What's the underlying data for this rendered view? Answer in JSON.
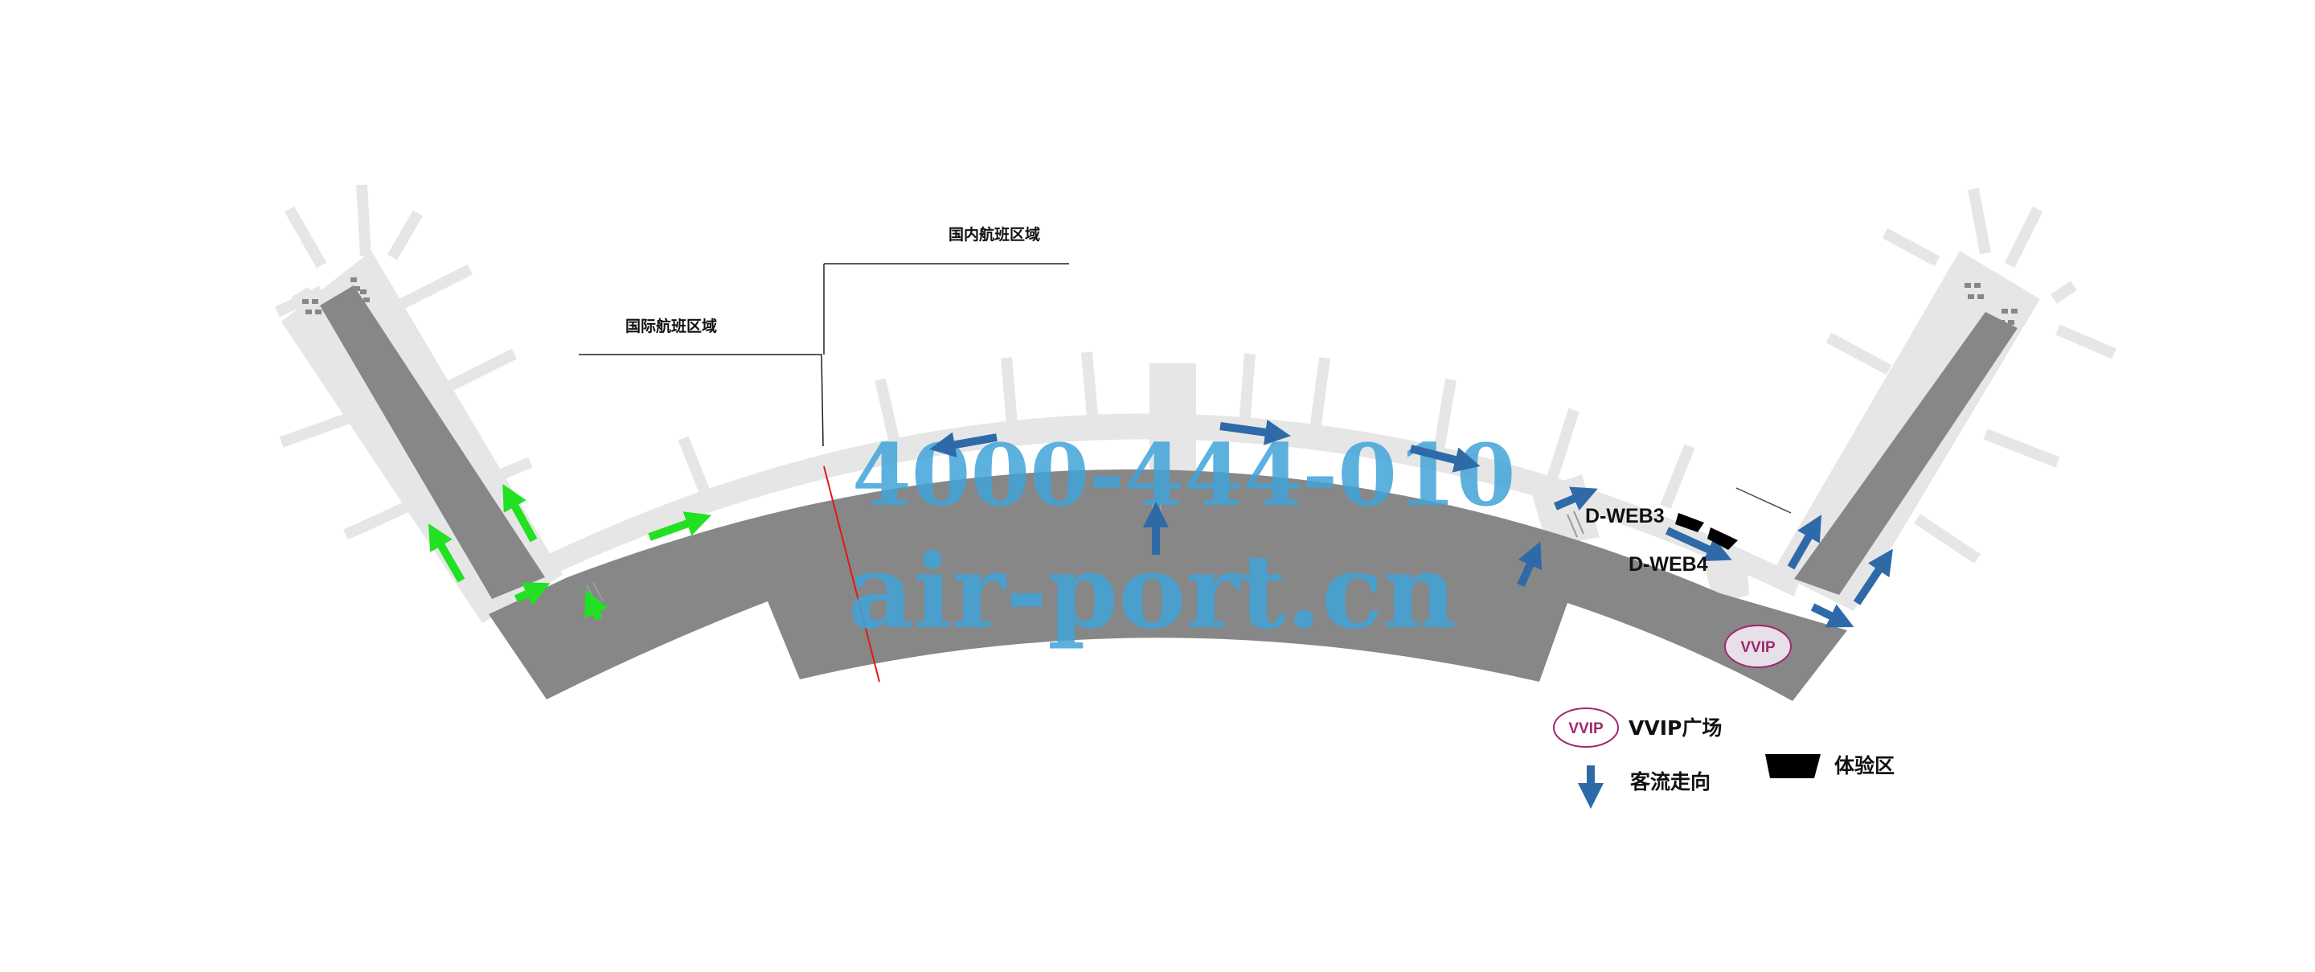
{
  "map": {
    "region_domestic": "国内航班区域",
    "region_international": "国际航班区域",
    "checkpoint_web3": "D-WEB3",
    "checkpoint_web4": "D-WEB4",
    "vvip_badge": "VVIP",
    "watermark_line1": "4000-444-010",
    "watermark_line2": "air-port.cn"
  },
  "legend": {
    "vvip_icon": "VVIP",
    "vvip_label": "VVIP广场",
    "flow_label": "客流走向",
    "experience_label": "体验区"
  },
  "colors": {
    "floor": "#878787",
    "concourse": "#e6e6e6",
    "flow_blue": "#2f6aa8",
    "flow_green": "#22e022",
    "divider_red": "#e01818",
    "vvip_purple": "#a0286e",
    "watermark": "#3fa3d9"
  },
  "icons": [
    "flow-arrow-icon",
    "experience-zone-icon",
    "vvip-badge-icon",
    "escalator-icon"
  ]
}
